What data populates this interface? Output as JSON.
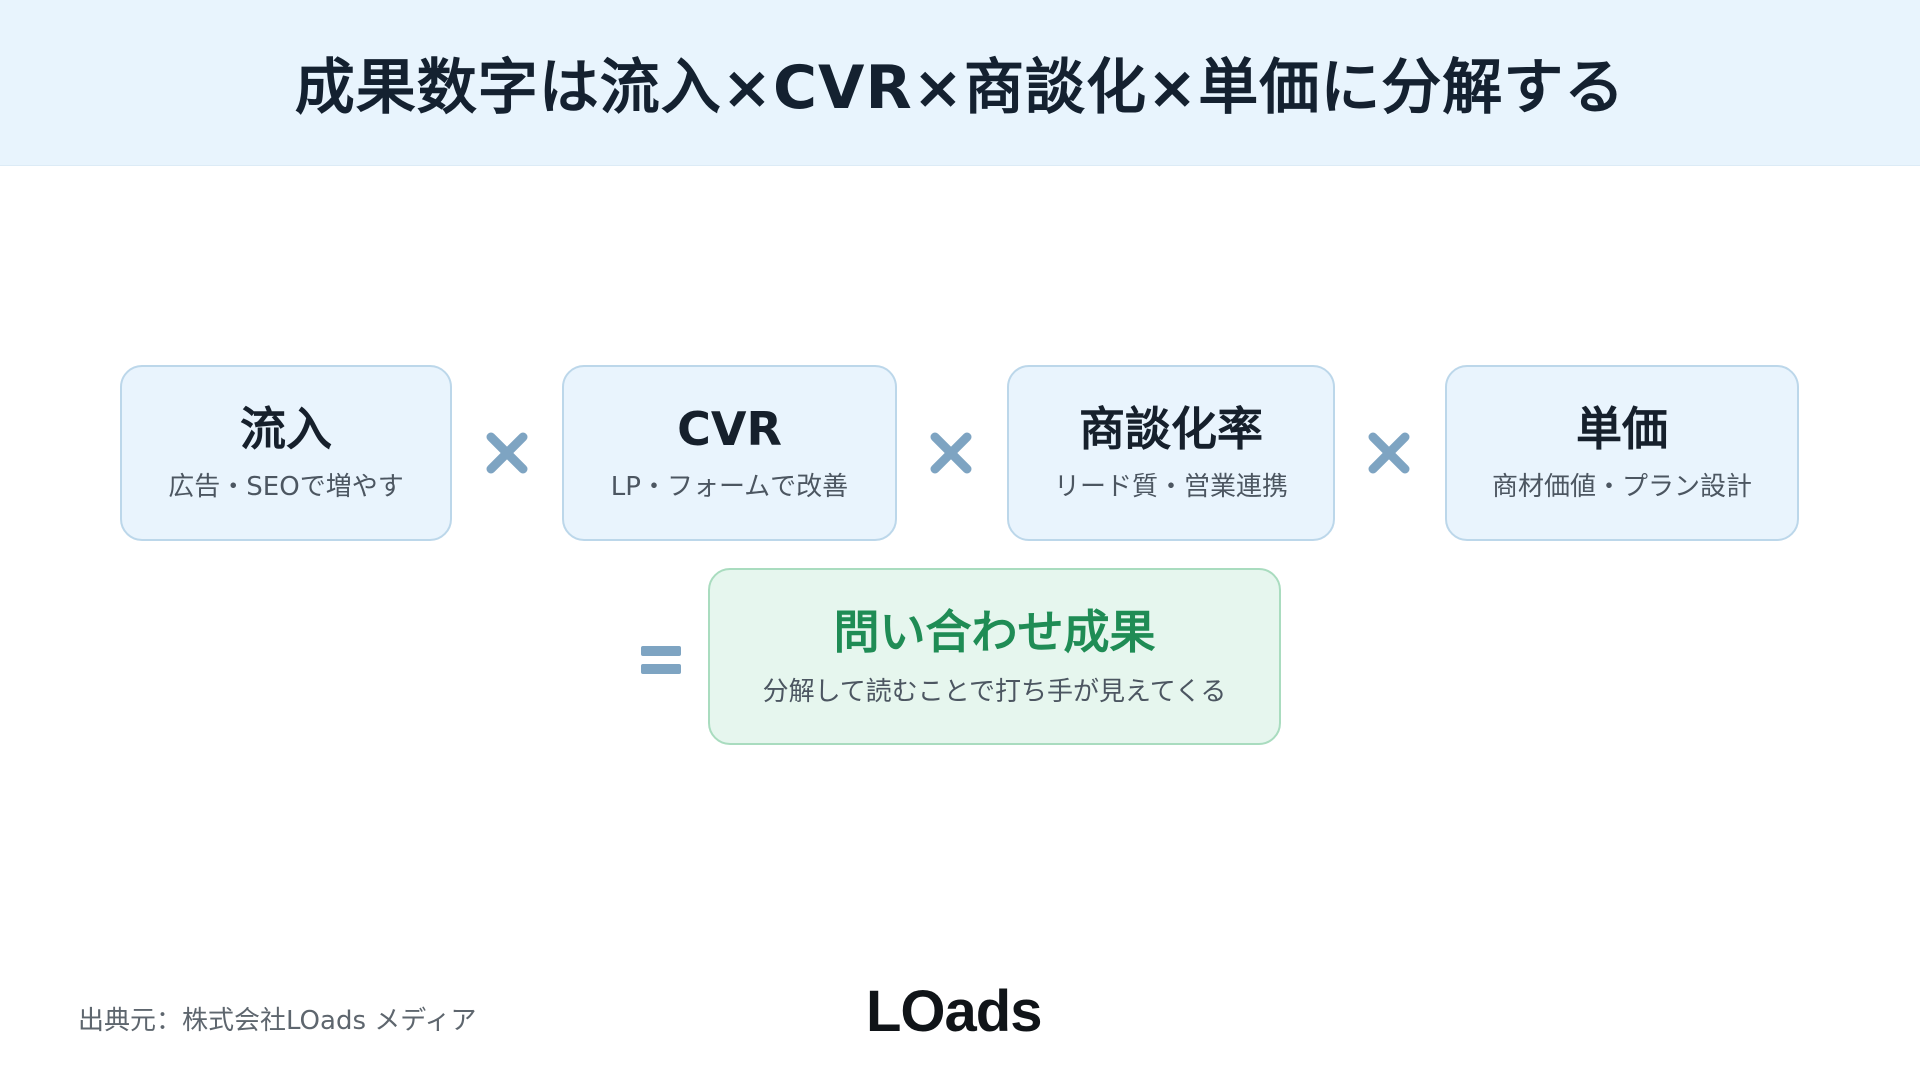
{
  "header": {
    "title": "成果数字は流入×CVR×商談化×単価に分解する"
  },
  "factors": [
    {
      "title": "流入",
      "subtitle": "広告・SEOで増やす"
    },
    {
      "title": "CVR",
      "subtitle": "LP・フォームで改善"
    },
    {
      "title": "商談化率",
      "subtitle": "リード質・営業連携"
    },
    {
      "title": "単価",
      "subtitle": "商材価値・プラン設計"
    }
  ],
  "operators": {
    "times": "×",
    "equals": "="
  },
  "result": {
    "title": "問い合わせ成果",
    "subtitle": "分解して読むことで打ち手が見えてくる"
  },
  "footer": {
    "source": "出典元：株式会社LOads メディア",
    "logo": "LOads"
  },
  "colors": {
    "header_bg": "#e8f4fd",
    "factor_bg": "#e9f4fd",
    "factor_border": "#bcd7ea",
    "operator": "#7ea4c2",
    "result_bg": "#e6f6ee",
    "result_border": "#a9dcbf",
    "result_title": "#1f8c55"
  }
}
